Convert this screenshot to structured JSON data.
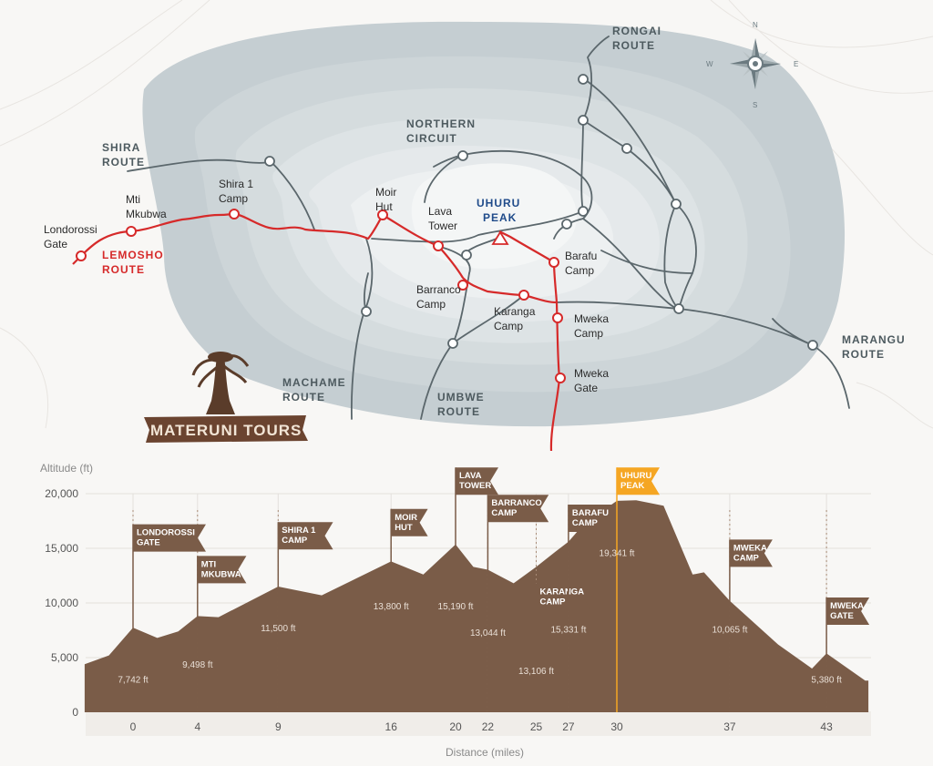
{
  "map": {
    "routes": {
      "shira": [
        "SHIRA",
        "ROUTE"
      ],
      "rongai": [
        "RONGAI",
        "ROUTE"
      ],
      "northern": [
        "NORTHERN",
        "CIRCUIT"
      ],
      "machame": [
        "MACHAME",
        "ROUTE"
      ],
      "umbwe": [
        "UMBWE",
        "ROUTE"
      ],
      "marangu": [
        "MARANGU",
        "ROUTE"
      ],
      "lemosho": [
        "LEMOSHO",
        "ROUTE"
      ]
    },
    "stops": {
      "londorossi": [
        "Londorossi",
        "Gate"
      ],
      "mti": [
        "Mti",
        "Mkubwa"
      ],
      "shira1": [
        "Shira 1",
        "Camp"
      ],
      "moir": [
        "Moir",
        "Hut"
      ],
      "lava": [
        "Lava",
        "Tower"
      ],
      "uhuru": [
        "UHURU",
        "PEAK"
      ],
      "barafu": [
        "Barafu",
        "Camp"
      ],
      "barranco": [
        "Barranco",
        "Camp"
      ],
      "karanga": [
        "Karanga",
        "Camp"
      ],
      "mweka_camp": [
        "Mweka",
        "Camp"
      ],
      "mweka_gate": [
        "Mweka",
        "Gate"
      ]
    },
    "compass": {
      "n": "N",
      "s": "S",
      "e": "E",
      "w": "W"
    },
    "logo": "MATERUNI TOURS",
    "colors": {
      "route": "#d62a2a",
      "mountain": "#c2cbcf",
      "trail": "#5b676c",
      "peak": "#1f4b8a"
    }
  },
  "chart_data": {
    "type": "area",
    "xlabel": "Distance (miles)",
    "ylabel": "Altitude (ft)",
    "xticks": [
      0,
      4,
      9,
      16,
      20,
      22,
      25,
      27,
      30,
      37,
      43
    ],
    "yticks": [
      0,
      5000,
      10000,
      15000,
      20000
    ],
    "ytick_labels": [
      "0",
      "5,000",
      "10,000",
      "15,000",
      "20,000"
    ],
    "xlim": [
      -3,
      46.5
    ],
    "ylim": [
      0,
      21000
    ],
    "profile": [
      [
        -3,
        4400
      ],
      [
        -1.5,
        5200
      ],
      [
        0,
        7742
      ],
      [
        1.5,
        6800
      ],
      [
        2.8,
        7400
      ],
      [
        4,
        8800
      ],
      [
        5.3,
        8700
      ],
      [
        9,
        11500
      ],
      [
        11.7,
        10700
      ],
      [
        16,
        13800
      ],
      [
        18,
        12600
      ],
      [
        20,
        15350
      ],
      [
        21.1,
        13300
      ],
      [
        22,
        13044
      ],
      [
        23.6,
        11800
      ],
      [
        25,
        13300
      ],
      [
        26.2,
        14700
      ],
      [
        27,
        15600
      ],
      [
        28,
        17300
      ],
      [
        29,
        18300
      ],
      [
        30,
        19341
      ],
      [
        31.2,
        19400
      ],
      [
        32.9,
        18900
      ],
      [
        34.7,
        12600
      ],
      [
        35.4,
        12800
      ],
      [
        37,
        10200
      ],
      [
        40,
        6200
      ],
      [
        42.1,
        4000
      ],
      [
        43,
        5380
      ],
      [
        45.4,
        2900
      ],
      [
        45.6,
        2900
      ]
    ],
    "altitude_labels": [
      {
        "text": "7,742 ft",
        "x": 0,
        "y": 2700
      },
      {
        "text": "9,498 ft",
        "x": 4,
        "y": 4100
      },
      {
        "text": "11,500 ft",
        "x": 9,
        "y": 7400
      },
      {
        "text": "13,800 ft",
        "x": 16,
        "y": 9400
      },
      {
        "text": "15,190 ft",
        "x": 20,
        "y": 9400
      },
      {
        "text": "13,044 ft",
        "x": 22,
        "y": 7000
      },
      {
        "text": "13,106 ft",
        "x": 25,
        "y": 3500
      },
      {
        "text": "15,331 ft",
        "x": 27,
        "y": 7300
      },
      {
        "text": "19,341 ft",
        "x": 30,
        "y": 14300
      },
      {
        "text": "10,065 ft",
        "x": 37,
        "y": 7300
      },
      {
        "text": "5,380 ft",
        "x": 43,
        "y": 2700
      }
    ],
    "flags": [
      {
        "lines": [
          "LONDOROSSI",
          "GATE"
        ],
        "x": 0,
        "top": 17200,
        "highlight": false
      },
      {
        "lines": [
          "MTI",
          "MKUBWA"
        ],
        "x": 4,
        "top": 14300,
        "highlight": false
      },
      {
        "lines": [
          "SHIRA 1",
          "CAMP"
        ],
        "x": 9,
        "top": 17400,
        "highlight": false
      },
      {
        "lines": [
          "MOIR",
          "HUT"
        ],
        "x": 16,
        "top": 18600,
        "highlight": false
      },
      {
        "lines": [
          "LAVA",
          "TOWER"
        ],
        "x": 20,
        "top": 22400,
        "highlight": false
      },
      {
        "lines": [
          "BARRANCO",
          "CAMP"
        ],
        "x": 22,
        "top": 19900,
        "highlight": false
      },
      {
        "lines": [
          "KARANGA",
          "CAMP"
        ],
        "x": 25,
        "top": 11800,
        "highlight": false
      },
      {
        "lines": [
          "BARAFU",
          "CAMP"
        ],
        "x": 27,
        "top": 19000,
        "highlight": false
      },
      {
        "lines": [
          "UHURU",
          "PEAK"
        ],
        "x": 30,
        "top": 22400,
        "highlight": true
      },
      {
        "lines": [
          "MWEKA",
          "CAMP"
        ],
        "x": 37,
        "top": 15800,
        "highlight": false
      },
      {
        "lines": [
          "MWEKA",
          "GATE"
        ],
        "x": 43,
        "top": 10500,
        "highlight": false
      }
    ],
    "colors": {
      "fill": "#7a5c48",
      "flag": "#7a5c48",
      "highlight_flag": "#f5a623",
      "grid": "#e3e0dc"
    }
  }
}
